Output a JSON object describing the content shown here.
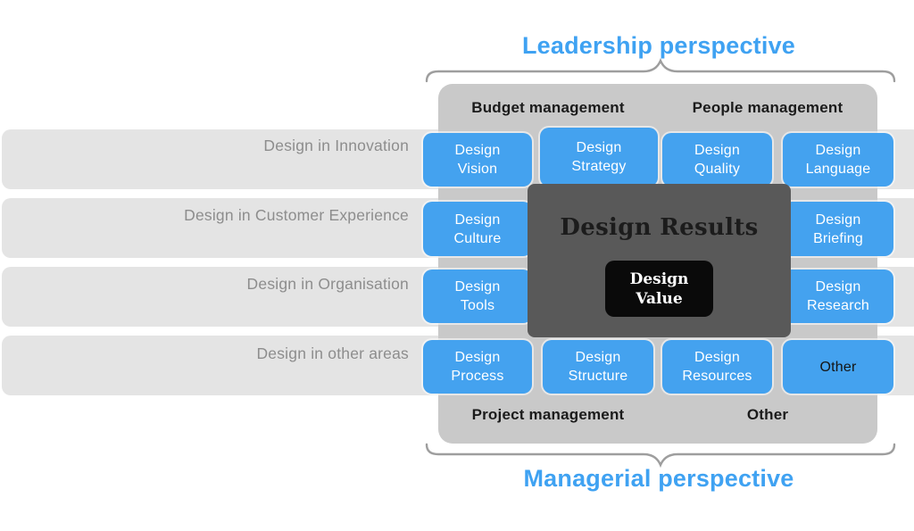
{
  "perspectives": {
    "top": "Leadership perspective",
    "bottom": "Managerial perspective"
  },
  "management_labels": {
    "top_left": "Budget management",
    "top_right": "People management",
    "bottom_left": "Project management",
    "bottom_right": "Other"
  },
  "rows": [
    {
      "label": "Design in Innovation",
      "cells": {
        "0": {
          "text": "Design\nVision"
        },
        "1": {
          "text": "Design\nStrategy"
        },
        "2": {
          "text": "Design\nQuality"
        },
        "3": {
          "text": "Design\nLanguage"
        }
      }
    },
    {
      "label": "Design in Customer Experience",
      "cells": {
        "0": {
          "text": "Design\nCulture"
        },
        "3": {
          "text": "Design\nBriefing"
        }
      }
    },
    {
      "label": "Design in Organisation",
      "cells": {
        "0": {
          "text": "Design\nTools"
        },
        "3": {
          "text": "Design\nResearch"
        }
      }
    },
    {
      "label": "Design in other areas",
      "cells": {
        "0": {
          "text": "Design\nProcess"
        },
        "1": {
          "text": "Design\nStructure"
        },
        "2": {
          "text": "Design\nResources"
        },
        "3": {
          "text": "Other"
        }
      }
    }
  ],
  "overlay": {
    "title": "Design Results",
    "value_badge": "Design\nValue"
  },
  "colors": {
    "accent_blue": "#44a2ef",
    "heading_blue": "#3fa2f2",
    "container_gray": "#c9c9c9",
    "band_gray": "#e4e4e4",
    "overlay_gray": "#595959",
    "badge_black": "#0a0a0a"
  }
}
